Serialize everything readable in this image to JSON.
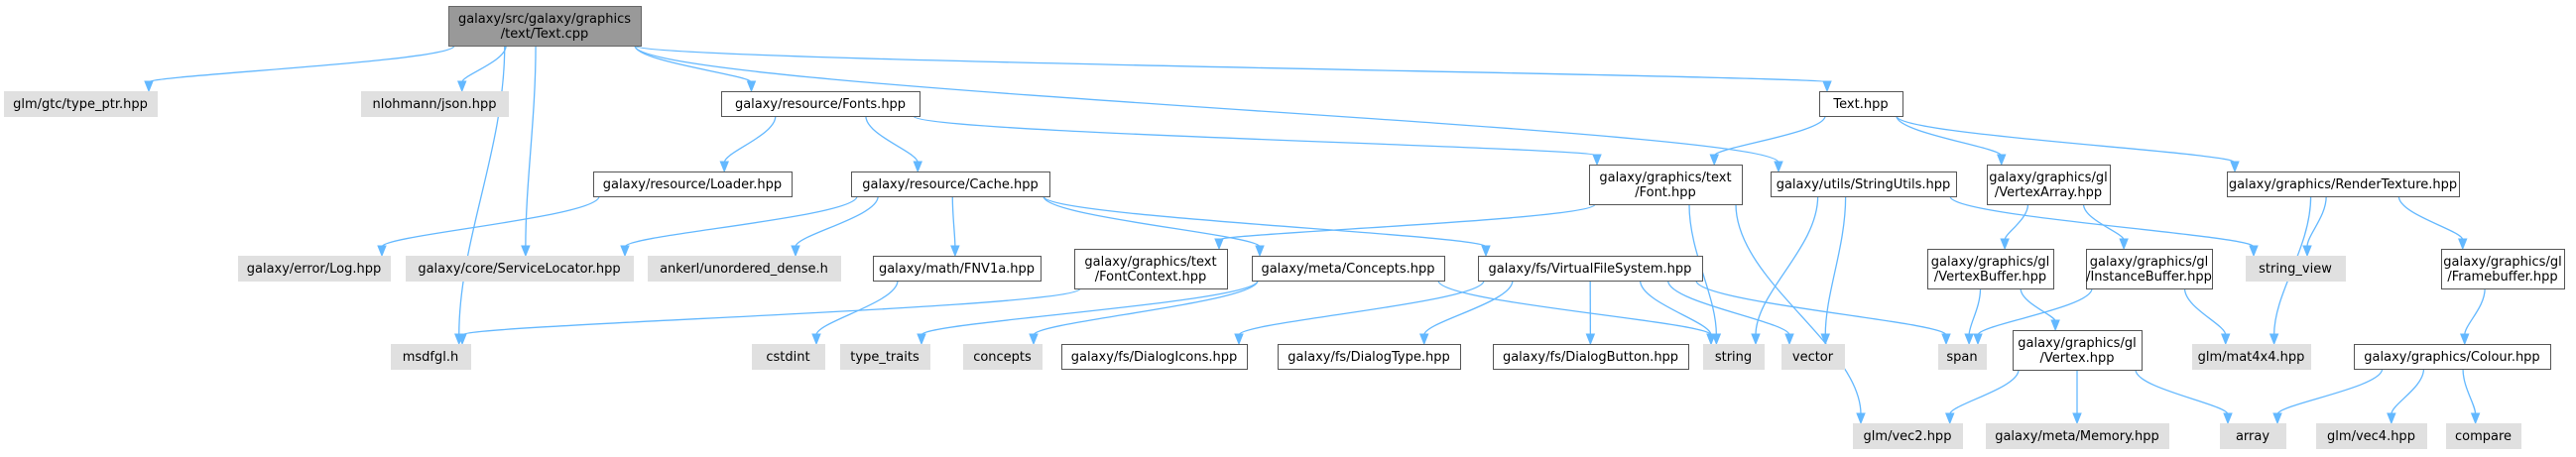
{
  "colors": {
    "edge": "#63b8ff",
    "root_fill": "#999999",
    "root_stroke": "#666666",
    "node_fill": "#ffffff",
    "node_stroke": "#555555",
    "external_fill": "#e0e0e0",
    "external_stroke": "#e0e0e0"
  },
  "nodes": [
    {
      "id": "root",
      "kind": "root",
      "lines": [
        "galaxy/src/galaxy/graphics",
        "/text/Text.cpp"
      ]
    },
    {
      "id": "glm_type_ptr",
      "kind": "external",
      "lines": [
        "glm/gtc/type_ptr.hpp"
      ]
    },
    {
      "id": "nlohmann_json",
      "kind": "external",
      "lines": [
        "nlohmann/json.hpp"
      ]
    },
    {
      "id": "res_fonts",
      "kind": "normal",
      "lines": [
        "galaxy/resource/Fonts.hpp"
      ]
    },
    {
      "id": "text_hpp",
      "kind": "normal",
      "lines": [
        "Text.hpp"
      ]
    },
    {
      "id": "res_loader",
      "kind": "normal",
      "lines": [
        "galaxy/resource/Loader.hpp"
      ]
    },
    {
      "id": "res_cache",
      "kind": "normal",
      "lines": [
        "galaxy/resource/Cache.hpp"
      ]
    },
    {
      "id": "font_hpp",
      "kind": "normal",
      "lines": [
        "galaxy/graphics/text",
        "/Font.hpp"
      ]
    },
    {
      "id": "string_utils",
      "kind": "normal",
      "lines": [
        "galaxy/utils/StringUtils.hpp"
      ]
    },
    {
      "id": "vertex_array",
      "kind": "normal",
      "lines": [
        "galaxy/graphics/gl",
        "/VertexArray.hpp"
      ]
    },
    {
      "id": "render_texture",
      "kind": "normal",
      "lines": [
        "galaxy/graphics/RenderTexture.hpp"
      ]
    },
    {
      "id": "error_log",
      "kind": "external",
      "lines": [
        "galaxy/error/Log.hpp"
      ]
    },
    {
      "id": "service_locator",
      "kind": "external",
      "lines": [
        "galaxy/core/ServiceLocator.hpp"
      ]
    },
    {
      "id": "unordered_dense",
      "kind": "external",
      "lines": [
        "ankerl/unordered_dense.h"
      ]
    },
    {
      "id": "fnv1a",
      "kind": "normal",
      "lines": [
        "galaxy/math/FNV1a.hpp"
      ]
    },
    {
      "id": "font_context",
      "kind": "normal",
      "lines": [
        "galaxy/graphics/text",
        "/FontContext.hpp"
      ]
    },
    {
      "id": "meta_concepts",
      "kind": "normal",
      "lines": [
        "galaxy/meta/Concepts.hpp"
      ]
    },
    {
      "id": "vfs",
      "kind": "normal",
      "lines": [
        "galaxy/fs/VirtualFileSystem.hpp"
      ]
    },
    {
      "id": "vertex_buffer",
      "kind": "normal",
      "lines": [
        "galaxy/graphics/gl",
        "/VertexBuffer.hpp"
      ]
    },
    {
      "id": "instance_buffer",
      "kind": "normal",
      "lines": [
        "galaxy/graphics/gl",
        "/InstanceBuffer.hpp"
      ]
    },
    {
      "id": "string_view",
      "kind": "external",
      "lines": [
        "string_view"
      ]
    },
    {
      "id": "framebuffer",
      "kind": "normal",
      "lines": [
        "galaxy/graphics/gl",
        "/Framebuffer.hpp"
      ]
    },
    {
      "id": "msdfgl",
      "kind": "external",
      "lines": [
        "msdfgl.h"
      ]
    },
    {
      "id": "cstdint",
      "kind": "external",
      "lines": [
        "cstdint"
      ]
    },
    {
      "id": "type_traits",
      "kind": "external",
      "lines": [
        "type_traits"
      ]
    },
    {
      "id": "concepts",
      "kind": "external",
      "lines": [
        "concepts"
      ]
    },
    {
      "id": "dialog_icons",
      "kind": "normal",
      "lines": [
        "galaxy/fs/DialogIcons.hpp"
      ]
    },
    {
      "id": "dialog_type",
      "kind": "normal",
      "lines": [
        "galaxy/fs/DialogType.hpp"
      ]
    },
    {
      "id": "dialog_button",
      "kind": "normal",
      "lines": [
        "galaxy/fs/DialogButton.hpp"
      ]
    },
    {
      "id": "string",
      "kind": "external",
      "lines": [
        "string"
      ]
    },
    {
      "id": "vector",
      "kind": "external",
      "lines": [
        "vector"
      ]
    },
    {
      "id": "span",
      "kind": "external",
      "lines": [
        "span"
      ]
    },
    {
      "id": "vertex_hpp",
      "kind": "normal",
      "lines": [
        "galaxy/graphics/gl",
        "/Vertex.hpp"
      ]
    },
    {
      "id": "mat4x4",
      "kind": "external",
      "lines": [
        "glm/mat4x4.hpp"
      ]
    },
    {
      "id": "colour",
      "kind": "normal",
      "lines": [
        "galaxy/graphics/Colour.hpp"
      ]
    },
    {
      "id": "vec2",
      "kind": "external",
      "lines": [
        "glm/vec2.hpp"
      ]
    },
    {
      "id": "meta_memory",
      "kind": "external",
      "lines": [
        "galaxy/meta/Memory.hpp"
      ]
    },
    {
      "id": "array",
      "kind": "external",
      "lines": [
        "array"
      ]
    },
    {
      "id": "vec4",
      "kind": "external",
      "lines": [
        "glm/vec4.hpp"
      ]
    },
    {
      "id": "compare",
      "kind": "external",
      "lines": [
        "compare"
      ]
    }
  ],
  "edges": [
    [
      "root",
      "glm_type_ptr"
    ],
    [
      "root",
      "nlohmann_json"
    ],
    [
      "root",
      "res_fonts"
    ],
    [
      "root",
      "service_locator"
    ],
    [
      "root",
      "msdfgl"
    ],
    [
      "root",
      "text_hpp"
    ],
    [
      "root",
      "string_utils"
    ],
    [
      "res_fonts",
      "res_loader"
    ],
    [
      "res_fonts",
      "res_cache"
    ],
    [
      "res_fonts",
      "font_hpp"
    ],
    [
      "res_loader",
      "error_log"
    ],
    [
      "res_cache",
      "service_locator"
    ],
    [
      "res_cache",
      "unordered_dense"
    ],
    [
      "res_cache",
      "fnv1a"
    ],
    [
      "res_cache",
      "meta_concepts"
    ],
    [
      "res_cache",
      "vfs"
    ],
    [
      "text_hpp",
      "font_hpp"
    ],
    [
      "text_hpp",
      "vertex_array"
    ],
    [
      "text_hpp",
      "render_texture"
    ],
    [
      "font_hpp",
      "font_context"
    ],
    [
      "font_hpp",
      "string"
    ],
    [
      "font_hpp",
      "vec2"
    ],
    [
      "font_context",
      "msdfgl"
    ],
    [
      "fnv1a",
      "cstdint"
    ],
    [
      "meta_concepts",
      "type_traits"
    ],
    [
      "meta_concepts",
      "concepts"
    ],
    [
      "meta_concepts",
      "string"
    ],
    [
      "vfs",
      "dialog_icons"
    ],
    [
      "vfs",
      "dialog_type"
    ],
    [
      "vfs",
      "dialog_button"
    ],
    [
      "vfs",
      "string"
    ],
    [
      "vfs",
      "vector"
    ],
    [
      "vfs",
      "span"
    ],
    [
      "string_utils",
      "string_view"
    ],
    [
      "string_utils",
      "string"
    ],
    [
      "string_utils",
      "vector"
    ],
    [
      "vertex_array",
      "vertex_buffer"
    ],
    [
      "vertex_array",
      "instance_buffer"
    ],
    [
      "vertex_buffer",
      "span"
    ],
    [
      "vertex_buffer",
      "vertex_hpp"
    ],
    [
      "instance_buffer",
      "span"
    ],
    [
      "instance_buffer",
      "mat4x4"
    ],
    [
      "render_texture",
      "string_view"
    ],
    [
      "render_texture",
      "mat4x4"
    ],
    [
      "render_texture",
      "framebuffer"
    ],
    [
      "framebuffer",
      "colour"
    ],
    [
      "vertex_hpp",
      "vec2"
    ],
    [
      "vertex_hpp",
      "meta_memory"
    ],
    [
      "vertex_hpp",
      "array"
    ],
    [
      "colour",
      "array"
    ],
    [
      "colour",
      "vec4"
    ],
    [
      "colour",
      "compare"
    ]
  ]
}
